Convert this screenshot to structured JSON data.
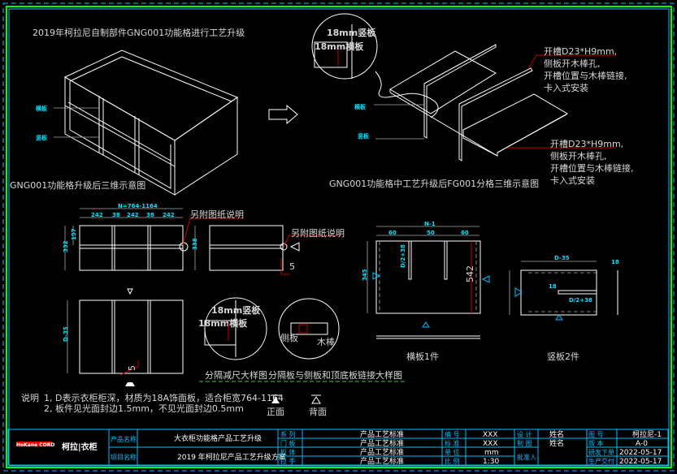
{
  "top_left": {
    "title": "2019年柯拉尼自制部件GNG001功能格进行工艺升级",
    "caption": "GNG001功能格升级后三维示意图",
    "label_horizontal": "横板",
    "label_vertical": "竖板"
  },
  "top_right": {
    "caption": "GNG001功能格中工艺升级后FG001分格三维示意图",
    "detail_vertical": "18mm竖板",
    "detail_horizontal": "18mm横板",
    "label_horizontal": "横板",
    "label_vertical": "竖板",
    "note1": [
      "开槽D23*H9mm,",
      "侧板开木棒孔,",
      "开槽位置与木棒链接,",
      "卡入式安装"
    ],
    "note2": [
      "开槽D23*H9mm,",
      "侧板开木棒孔,",
      "开槽位置与木棒链接,",
      "卡入式安装"
    ]
  },
  "views": {
    "see_drawing_1": "另附图纸说明",
    "see_drawing_2": "另附图纸说明",
    "dim_total": "N=764-1164",
    "dim_cols": [
      "242",
      "38",
      "242",
      "38",
      "242"
    ],
    "dim_h1": "157",
    "dim_h2": "332",
    "dim_side": "338",
    "dim_depth": "D-35",
    "mark_5": "5",
    "mark_5b": "5",
    "detail1_v": "18mm竖板",
    "detail1_h": "18mm横板",
    "detail2_a": "侧板",
    "detail2_b": "木棒",
    "caption_detail1": "分隔减尺大样图",
    "caption_detail2": "分隔板与侧板和顶底板链接大样图",
    "hb_dims": [
      "N-1",
      "60",
      "50",
      "60"
    ],
    "hb_height": "345",
    "hb_slot": "D/2+38",
    "hb_542": "542",
    "hb_label": "横板1件",
    "sb_label": "竖板2件",
    "sb_dims": [
      "D-35",
      "18",
      "D/2+38",
      "18"
    ]
  },
  "notes": {
    "prefix": "说明",
    "line1": "1, D表示衣柜柜深，材质为18A饰面板，适合柜宽764-1164",
    "line2": "2, 板件见光面封边1.5mm，不见光面封边0.5mm",
    "front": "正面",
    "back": "背面"
  },
  "title_block": {
    "logo_brand": "HoKane CORD",
    "logo_cn": "柯拉|衣柜",
    "product_name_label": "产品名称",
    "product_name": "大衣柜功能格产品工艺升级",
    "project_name_label": "项目名称",
    "project_name": "2019 年柯拉尼产品工艺升级方案",
    "series_labels": [
      "系 列",
      "门 板",
      "柜 体",
      "拉 手"
    ],
    "process_values": [
      "产品工艺标准",
      "产品工艺标准",
      "产品工艺标准",
      "产品工艺标准"
    ],
    "meta_labels": [
      "编 号",
      "标 准",
      "单 位",
      "比 例"
    ],
    "meta_values": [
      "XXX",
      "XXX",
      "mm",
      "1:30"
    ],
    "design_label": "设 计",
    "design_value": "姓名",
    "draw_label": "制 图",
    "draw_value": "姓名",
    "approver_label": "批准人",
    "right_labels": [
      "图 号",
      "版 本",
      "研发下单",
      "生产交付"
    ],
    "right_values": [
      "柯拉尼-1",
      "A-0",
      "2022-05-17",
      "2022-05-17"
    ]
  },
  "colors": {
    "frame_green": "#00ff00",
    "frame_blue": "#00bfff",
    "dimension_cyan": "#00e5ff",
    "leader_red": "#c00000"
  }
}
